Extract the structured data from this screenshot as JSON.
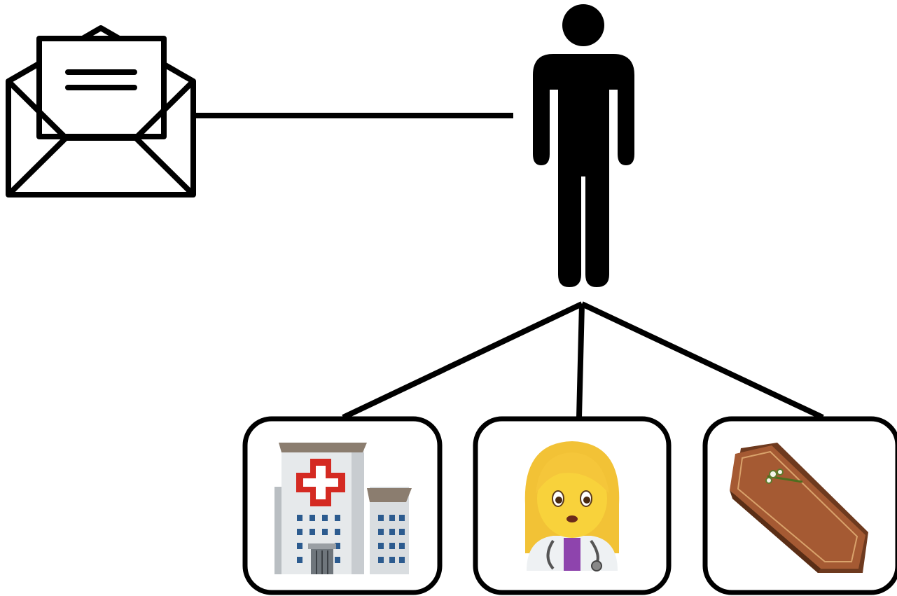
{
  "diagram": {
    "nodes": [
      {
        "id": "letter",
        "icon": "open-envelope-icon"
      },
      {
        "id": "person",
        "icon": "person-icon"
      },
      {
        "id": "hospital",
        "icon": "hospital-icon"
      },
      {
        "id": "doctor",
        "icon": "woman-health-worker-icon"
      },
      {
        "id": "coffin",
        "icon": "coffin-icon"
      }
    ],
    "edges": [
      {
        "from": "letter",
        "to": "person"
      },
      {
        "from": "person",
        "to": "hospital"
      },
      {
        "from": "person",
        "to": "doctor"
      },
      {
        "from": "person",
        "to": "coffin"
      }
    ]
  },
  "colors": {
    "line": "#000000",
    "hospital_cross": "#d42a22",
    "doctor_hair": "#f5c63a",
    "doctor_face": "#f8d23b",
    "doctor_shirt": "#8e44ad",
    "coffin_wood": "#8b4a2b",
    "coffin_lid": "#a55a33"
  }
}
